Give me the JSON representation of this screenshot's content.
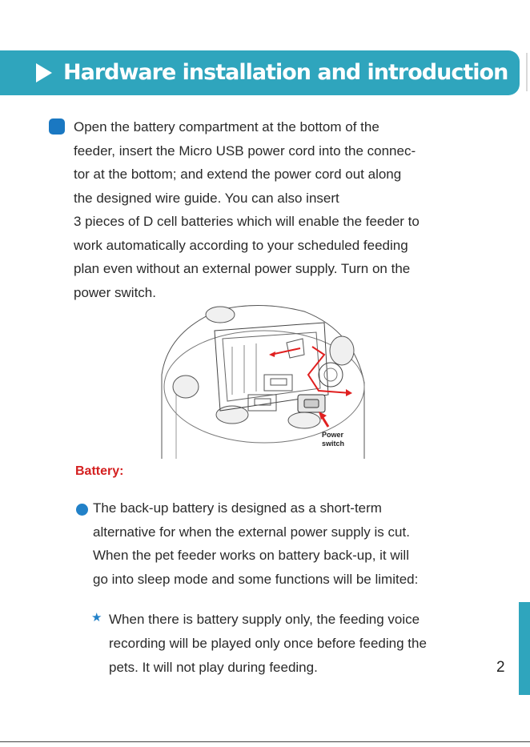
{
  "header": {
    "title": "Hardware installation and introduction",
    "accent_color": "#2fa5bd"
  },
  "intro": {
    "lines": [
      "Open the battery compartment at the bottom of the",
      "feeder, insert the Micro USB power cord into the connec-",
      "tor at the bottom; and extend the power cord out along",
      "the designed wire guide. You can also insert",
      "3 pieces of D cell batteries which will enable the feeder to",
      "work automatically according to your scheduled feeding",
      "plan even without an external power supply. Turn on the",
      "power switch."
    ]
  },
  "figure": {
    "label_line1": "Power",
    "label_line2": "switch"
  },
  "battery": {
    "heading": "Battery:",
    "lines": [
      "The back-up battery is designed as a short-term",
      "alternative for when the external power supply is cut.",
      "When the pet feeder works on battery back-up, it will",
      "go into sleep mode and some functions will be limited:"
    ],
    "note_lines": [
      "When there is battery supply only, the feeding voice",
      "recording will be played only once before feeding the",
      "pets. It will not play during feeding."
    ]
  },
  "page_number": "2"
}
